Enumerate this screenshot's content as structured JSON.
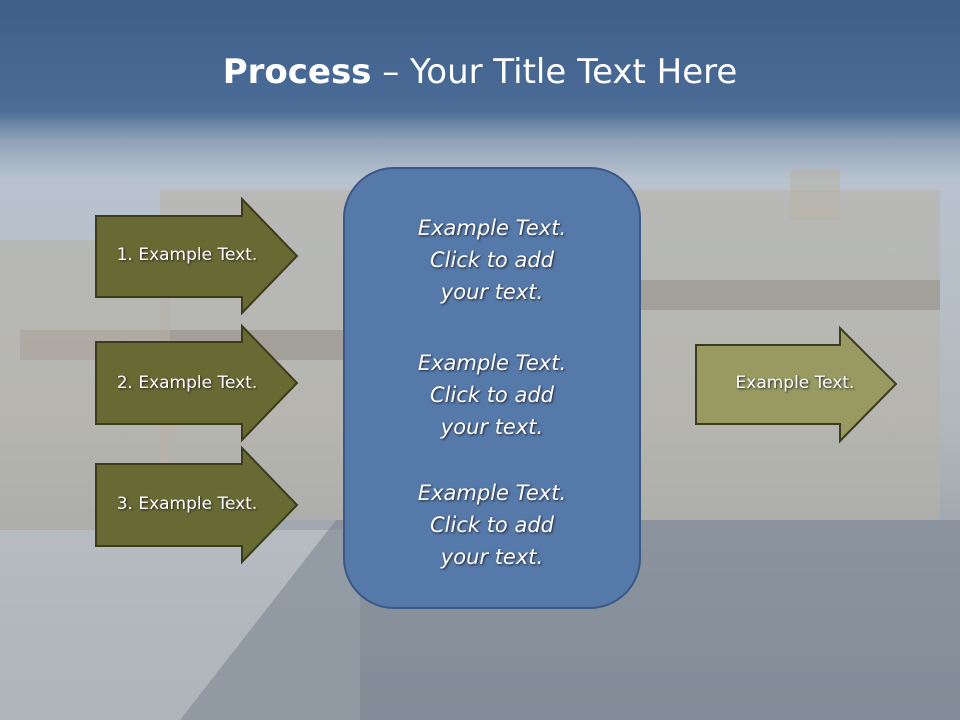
{
  "title": {
    "bold": "Process",
    "rest": " – Your Title Text Here"
  },
  "left_arrows": [
    {
      "label": "1. Example Text."
    },
    {
      "label": "2. Example Text."
    },
    {
      "label": "3. Example Text."
    }
  ],
  "right_arrow": {
    "label": "Example Text."
  },
  "center_box": {
    "blocks": [
      {
        "line1": "Example Text.",
        "line2": "Click  to add",
        "line3": "your text."
      },
      {
        "line1": "Example Text.",
        "line2": "Click  to add",
        "line3": "your text."
      },
      {
        "line1": "Example Text.",
        "line2": "Click  to add",
        "line3": "your text."
      }
    ]
  },
  "colors": {
    "dark_arrow": "#686a33",
    "light_arrow": "#989a62",
    "box": "#5579a8",
    "box_border": "#3b5886"
  }
}
